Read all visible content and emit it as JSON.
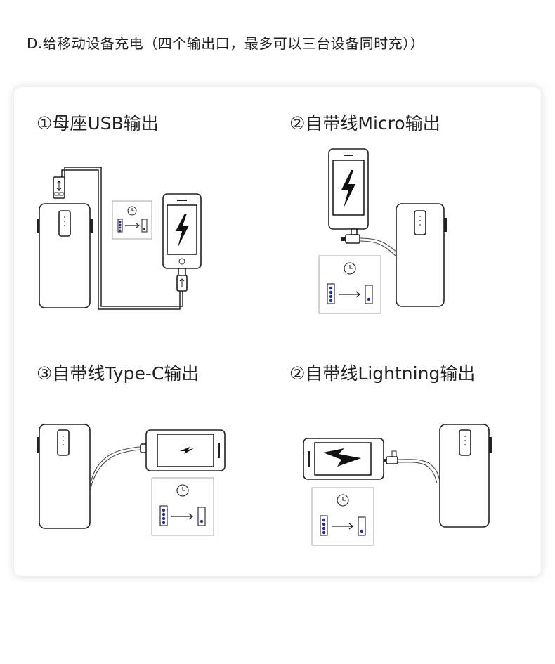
{
  "heading": "D.给移动设备充电（四个输出口，最多可以三台设备同时充））",
  "panels": [
    {
      "label": "①母座USB输出"
    },
    {
      "label": "②自带线Micro输出"
    },
    {
      "label": "③自带线Type-C输出"
    },
    {
      "label": "②自带线Lightning输出"
    }
  ],
  "icons": {
    "power_bank": "power-bank-icon",
    "phone": "phone-icon",
    "bolt": "lightning-bolt-icon",
    "clock": "clock-icon",
    "battery": "battery-icon",
    "arrow": "arrow-right-icon"
  }
}
